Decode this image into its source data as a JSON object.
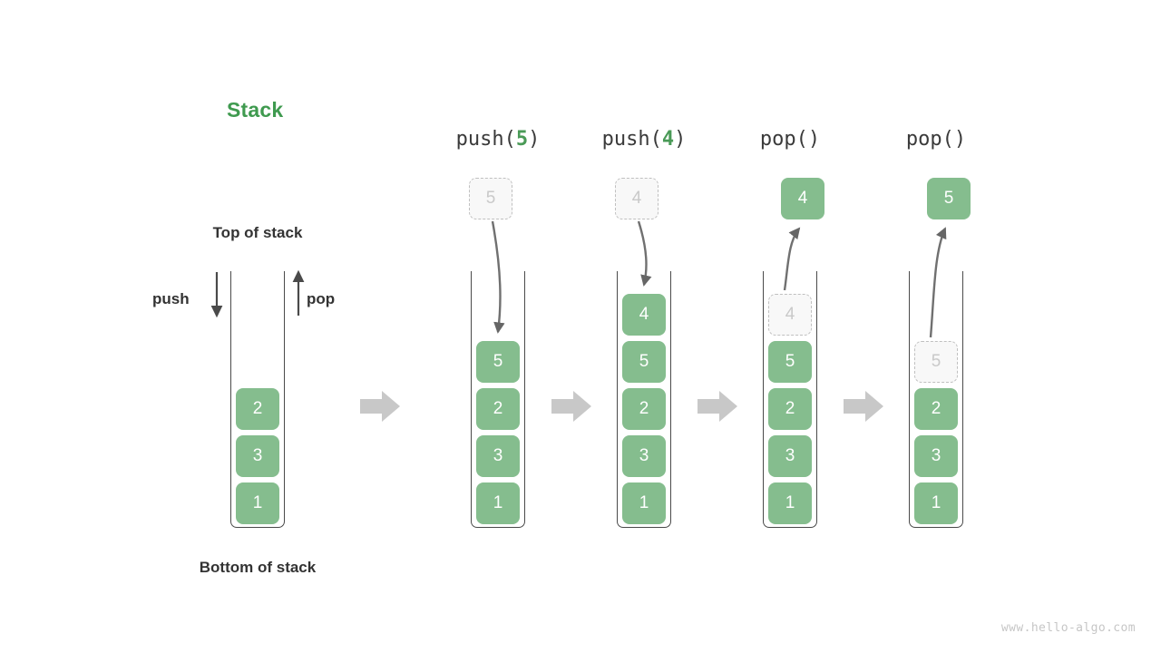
{
  "diagram": {
    "title": "Stack",
    "title_color": "#3f9a4f",
    "box_color": "#85bd8e",
    "ghost_color": "#f8f8f8",
    "arrow_color": "#c8c8c8",
    "watermark": "www.hello-algo.com",
    "labels": {
      "top_of_stack": "Top of stack",
      "bottom_of_stack": "Bottom of stack",
      "push": "push",
      "pop": "pop"
    },
    "initial_stack": {
      "values": [
        "2",
        "3",
        "1"
      ]
    },
    "separator_icon": "right-arrow-icon",
    "steps": [
      {
        "header_prefix": "push(",
        "header_arg": "5",
        "header_suffix": ")",
        "operation": "push",
        "floating": {
          "value": "5",
          "style": "ghost",
          "position": "above"
        },
        "stack": [
          "5",
          "2",
          "3",
          "1"
        ],
        "ghost_in_stack": null
      },
      {
        "header_prefix": "push(",
        "header_arg": "4",
        "header_suffix": ")",
        "operation": "push",
        "floating": {
          "value": "4",
          "style": "ghost",
          "position": "above"
        },
        "stack": [
          "4",
          "5",
          "2",
          "3",
          "1"
        ],
        "ghost_in_stack": null
      },
      {
        "header_prefix": "pop(",
        "header_arg": "",
        "header_suffix": ")",
        "operation": "pop",
        "floating": {
          "value": "4",
          "style": "solid",
          "position": "above"
        },
        "stack": [
          "5",
          "2",
          "3",
          "1"
        ],
        "ghost_in_stack": "4"
      },
      {
        "header_prefix": "pop(",
        "header_arg": "",
        "header_suffix": ")",
        "operation": "pop",
        "floating": {
          "value": "5",
          "style": "solid",
          "position": "above"
        },
        "stack": [
          "2",
          "3",
          "1"
        ],
        "ghost_in_stack": "5"
      }
    ]
  }
}
